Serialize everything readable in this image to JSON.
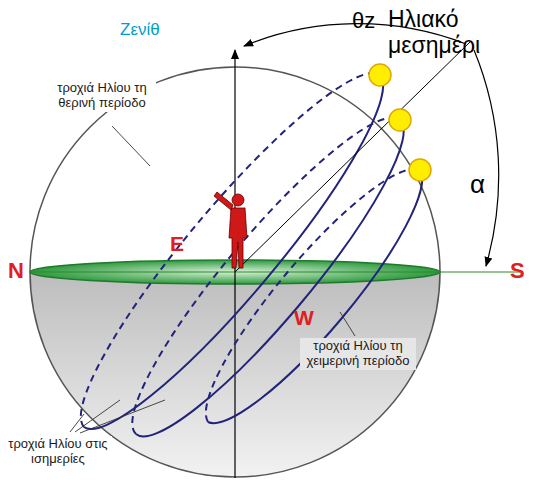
{
  "diagram": {
    "labels": [
      "Ζενίθ",
      "θz",
      "Ηλιακό μεσημέρι",
      "α",
      "N",
      "S",
      "E",
      "W",
      "τροχιά Ηλίου τη θερινή περίοδο",
      "τροχιά Ηλίου τη χειμερινή περίοδο",
      "τροχιά Ηλίου στις ισημερίες"
    ]
  }
}
